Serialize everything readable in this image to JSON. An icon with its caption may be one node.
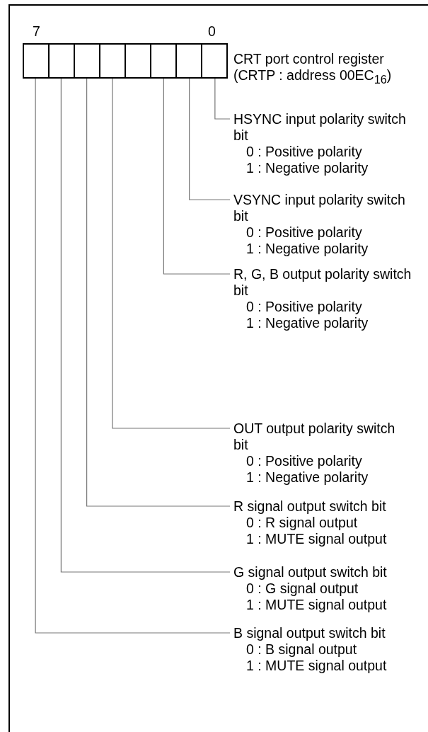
{
  "diagram": {
    "nodes": [
      {
        "text": [],
        "shape": "box",
        "beside": [
          "CRT port control register",
          "(CRTP : address 00EC$_{16}$)"
        ]
      },
      {
        "text": [],
        "shape": "box",
        "in": 0
      },
      {
        "text": [],
        "shape": "box",
        "in": 0
      },
      {
        "text": [],
        "shape": "box",
        "in": 0
      },
      {
        "text": [],
        "shape": "box",
        "in": 0
      },
      {
        "text": [],
        "shape": "box",
        "in": 0
      },
      {
        "text": [],
        "shape": "box",
        "in": 0
      },
      {
        "text": [],
        "shape": "box",
        "in": 0
      },
      {
        "text": [],
        "shape": "box",
        "in": 0
      },
      {
        "text": [
          "HSYNC input polarity switch bit",
          "0 : Positive polarity",
          "1 : Negative polarity"
        ]
      },
      {
        "text": [
          "VSYNC input polarity switch bit",
          "0 : Positive polarity",
          "1 : Negative polarity"
        ]
      },
      {
        "text": [
          "R, G, B output polarity switch bit",
          "0 : Positive polarity",
          "1 : Negative polarity"
        ]
      },
      {
        "text": [
          "OUT output polarity switch bit",
          "0 : Positive polarity",
          "1 : Negative polarity"
        ]
      },
      {
        "text": [
          "R signal output switch bit",
          "0 : R signal output",
          "1 : MUTE signal output"
        ]
      },
      {
        "text": [
          "G signal output switch bit",
          "0 : G signal output",
          "1 : MUTE signal output"
        ]
      },
      {
        "text": [
          "B signal output switch bit",
          "0 : B signal output",
          "1 : MUTE signal output"
        ]
      }
    ],
    "edges": [
      {
        "from": 8,
        "to": 9,
        "arrow": "none"
      },
      {
        "from": 7,
        "to": 10,
        "arrow": "none"
      },
      {
        "from": 6,
        "to": 11,
        "arrow": "none"
      },
      {
        "from": 4,
        "to": 12,
        "arrow": "none"
      },
      {
        "from": 3,
        "to": 13,
        "arrow": "none"
      },
      {
        "from": 2,
        "to": 14,
        "arrow": "none"
      },
      {
        "from": 1,
        "to": 15,
        "arrow": "none"
      }
    ],
    "labels": [
      "7",
      "0"
    ]
  }
}
